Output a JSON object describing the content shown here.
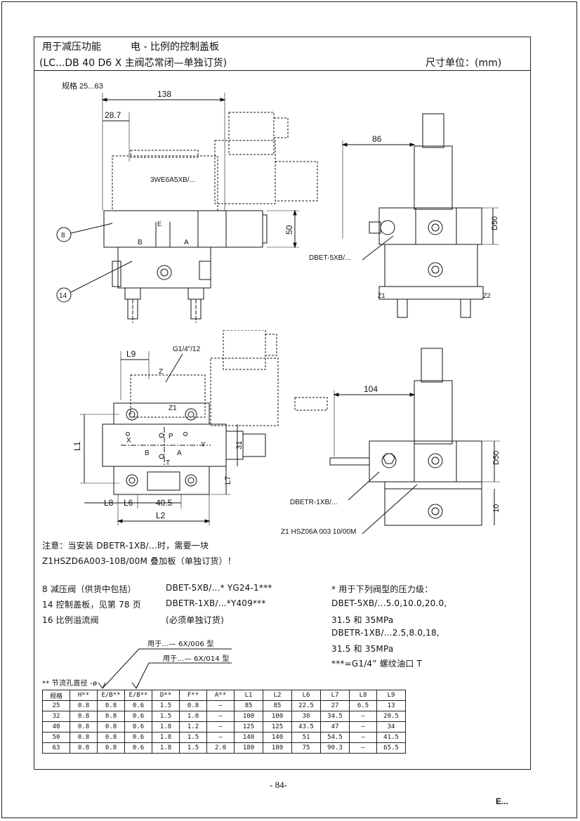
{
  "header": {
    "title_left": "用于减压功能",
    "title_right": "电 - 比例的控制盖板",
    "subtitle": "(LC...DB 40 D6 X 主阀芯常闭—单独订货)",
    "unit_label": "尺寸单位：(mm)"
  },
  "size_label": "规格  25...63",
  "figures": {
    "top_left": {
      "dim_138": "138",
      "dim_28_7": "28.7",
      "dim_50": "50",
      "valve_label": "3WE6A5XB/...",
      "port_e": "E",
      "port_b": "B",
      "port_a": "A",
      "callout_8": "8",
      "callout_14": "14"
    },
    "top_right": {
      "dim_86": "86",
      "dim_d50": "D50",
      "valve_label": "DBET-5XB/...",
      "port_z1": "Z1",
      "port_z2": "Z2"
    },
    "bottom_left": {
      "dim_l9": "L9",
      "thread_label": "G1/4\"/12",
      "port_z": "Z",
      "port_z1": "Z1",
      "dim_l1": "L1",
      "port_x": "X",
      "port_p": "P",
      "port_y": "Y",
      "port_b": "B",
      "port_a": "A",
      "port_t": "T",
      "dim_31": "31",
      "dim_l7": "L7",
      "dim_l8": "L8",
      "dim_l6": "L6",
      "dim_40_5": "40.5",
      "dim_l2": "L2"
    },
    "bottom_right": {
      "dim_104": "104",
      "dim_d50": "D50",
      "dim_10": "10",
      "valve_label": "DBETR-1XB/...",
      "plate_label": "Z1 HSZ06A 003 10/00M"
    }
  },
  "notice": {
    "line1": "注意：当安装 DBETR-1XB/...时，需要一块",
    "line2": "Z1HSZD6A003-10B/00M 叠加板（单独订货）！"
  },
  "legend": {
    "col1": [
      "8 减压阀（供货中包括）",
      "14 控制盖板，见第 78 页",
      "16 比例溢流阀"
    ],
    "col2": [
      "DBET-5XB/...* YG24-1***",
      "DBETR-1XB/...*Y409***",
      "(必须单独订货)"
    ],
    "col3": [
      "* 用于下列阀型的压力级：",
      "DBET-5XB/...5.0,10.0,20.0,",
      "31.5 和 35MPa",
      "DBETR-1XB/...2.5,8.0,18,",
      "31.5 和 35MPa",
      "***=G1/4” 螺纹油口 T"
    ]
  },
  "table_notes": {
    "for_006": "用于...— 6X/006 型",
    "for_014": "用于...— 6X/014 型",
    "orifice": "** 节流孔直径 -ø"
  },
  "table": {
    "headers": [
      "规格",
      "H**",
      "E/B**",
      "E/B**",
      "D**",
      "F**",
      "A**",
      "L1",
      "L2",
      "L6",
      "L7",
      "L8",
      "L9"
    ],
    "rows": [
      [
        "25",
        "0.8",
        "0.8",
        "0.6",
        "1.5",
        "0.8",
        "—",
        "85",
        "85",
        "22.5",
        "27",
        "6.5",
        "13"
      ],
      [
        "32",
        "0.8",
        "0.8",
        "0.6",
        "1.5",
        "1.0",
        "—",
        "100",
        "100",
        "30",
        "34.5",
        "—",
        "20.5"
      ],
      [
        "40",
        "0.8",
        "0.8",
        "0.6",
        "1.8",
        "1.2",
        "—",
        "125",
        "125",
        "43.5",
        "47",
        "—",
        "34"
      ],
      [
        "50",
        "0.8",
        "0.8",
        "0.6",
        "1.8",
        "1.5",
        "—",
        "140",
        "140",
        "51",
        "54.5",
        "—",
        "41.5"
      ],
      [
        "63",
        "0.8",
        "0.8",
        "0.6",
        "1.8",
        "1.5",
        "2.0",
        "180",
        "180",
        "75",
        "90.3",
        "—",
        "65.5"
      ]
    ]
  },
  "page_number": "- 84-",
  "corner_mark": "E..."
}
